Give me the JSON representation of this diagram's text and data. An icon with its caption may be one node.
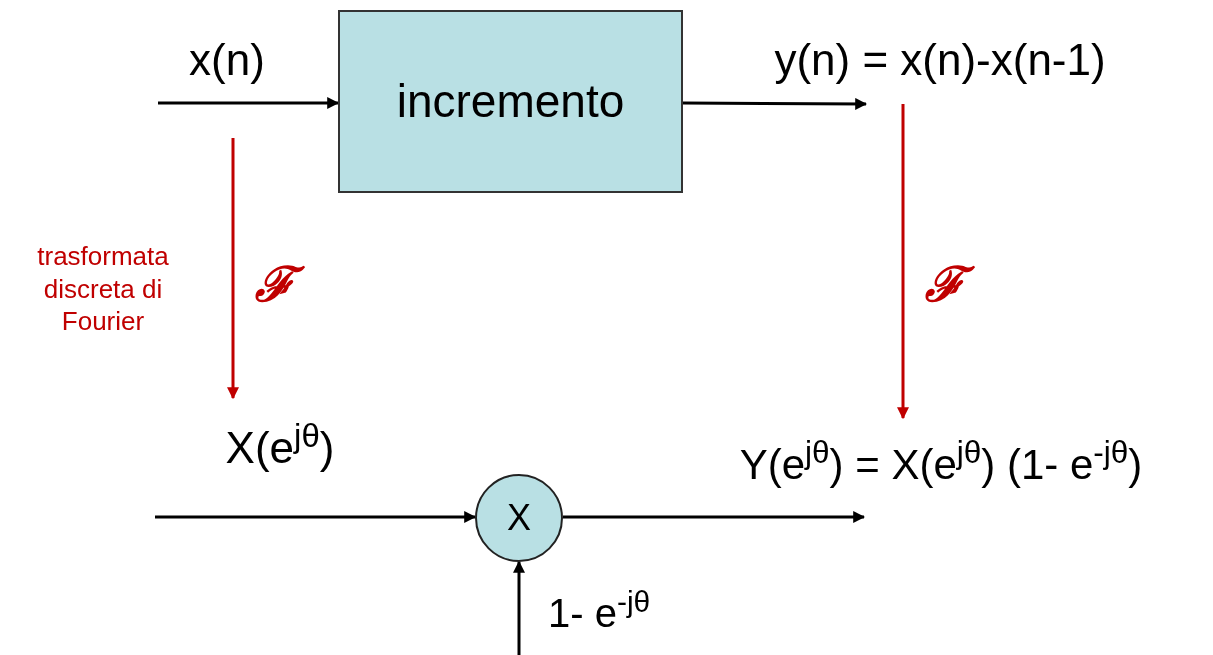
{
  "diagram": {
    "nodes": [
      {
        "text": [
          "x(n)"
        ]
      },
      {
        "text": [
          "incremento"
        ]
      },
      {
        "text": [
          "y(n) = x(n)-x(n-1)"
        ]
      },
      {
        "text": [
          "X(e$^{jθ}$)"
        ]
      },
      {
        "text": [
          "Y(e$^{jθ}$) = X(e$^{jθ}$) (1- e$^{-jθ}$)"
        ]
      },
      {
        "text": [
          "X"
        ]
      }
    ],
    "edges": [
      {
        "from": null,
        "to": 1,
        "arrow": "to"
      },
      {
        "from": 1,
        "to": 2,
        "arrow": "to"
      },
      {
        "from": 0,
        "to": 3,
        "arrow": "to",
        "label": "ℱ",
        "color": "#c00000"
      },
      {
        "from": 2,
        "to": 4,
        "arrow": "to",
        "label": "ℱ",
        "color": "#c00000"
      },
      {
        "from": null,
        "to": 5,
        "arrow": "to"
      },
      {
        "from": 5,
        "to": 4,
        "arrow": "to"
      },
      {
        "from": null,
        "to": 5,
        "arrow": "to",
        "label": "1- e$^{-jθ}$"
      }
    ],
    "labels": [
      "trasformata discreta di Fourier"
    ]
  }
}
